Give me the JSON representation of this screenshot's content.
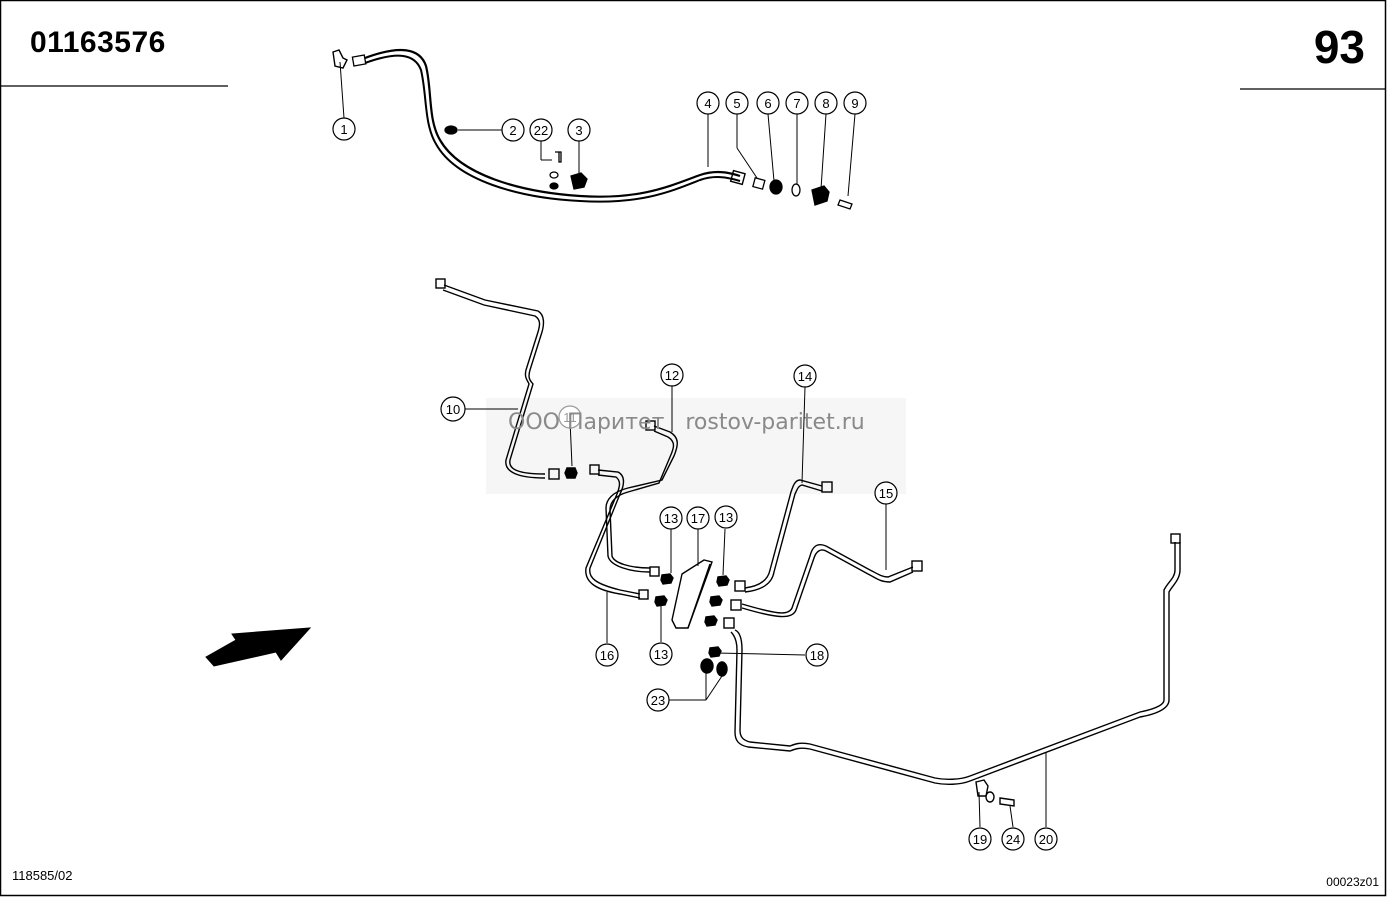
{
  "header": {
    "part_number": "01163576",
    "page_number": "93"
  },
  "footer": {
    "drawing_ref": "118585/02",
    "sheet_code": "00023z01"
  },
  "watermark": {
    "text": "ООО Паритет   rostov-paritet.ru"
  },
  "callouts": [
    "1",
    "2",
    "22",
    "3",
    "4",
    "5",
    "6",
    "7",
    "8",
    "9",
    "10",
    "11",
    "12",
    "14",
    "15",
    "13",
    "17",
    "13",
    "16",
    "13",
    "18",
    "23",
    "19",
    "24",
    "20"
  ]
}
